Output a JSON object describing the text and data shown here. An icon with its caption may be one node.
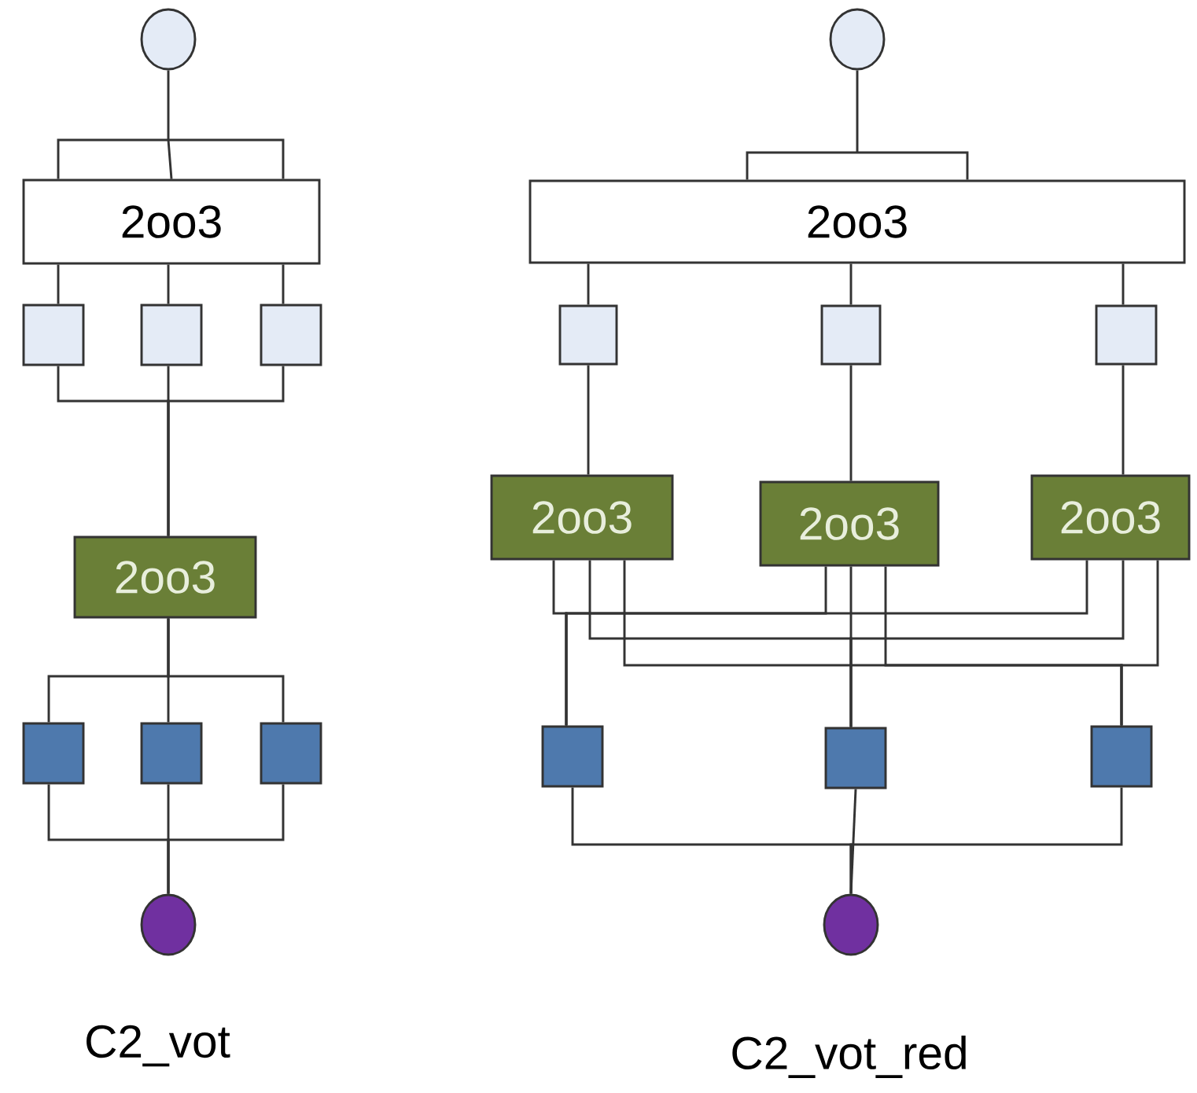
{
  "diagram": {
    "nodes": [
      {
        "text": [],
        "shape": "circle"
      },
      {
        "text": [
          "2oo3"
        ]
      },
      {
        "text": [],
        "shape": "box"
      },
      {
        "text": [],
        "shape": "box"
      },
      {
        "text": [],
        "shape": "box"
      },
      {
        "text": [
          "2oo3"
        ]
      },
      {
        "text": [],
        "shape": "box"
      },
      {
        "text": [],
        "shape": "box"
      },
      {
        "text": [],
        "shape": "box"
      },
      {
        "text": [],
        "shape": "circle"
      },
      {
        "text": [],
        "shape": "circle"
      },
      {
        "text": [
          "2oo3"
        ]
      },
      {
        "text": [],
        "shape": "box"
      },
      {
        "text": [],
        "shape": "box"
      },
      {
        "text": [],
        "shape": "box"
      },
      {
        "text": [
          "2oo3"
        ]
      },
      {
        "text": [
          "2oo3"
        ]
      },
      {
        "text": [
          "2oo3"
        ]
      },
      {
        "text": [],
        "shape": "box"
      },
      {
        "text": [],
        "shape": "box"
      },
      {
        "text": [],
        "shape": "box"
      },
      {
        "text": [],
        "shape": "circle"
      }
    ],
    "edges": [
      {
        "from": 0,
        "to": 1,
        "arrow": "none"
      },
      {
        "from": 1,
        "to": 2,
        "arrow": "none"
      },
      {
        "from": 1,
        "to": 3,
        "arrow": "none"
      },
      {
        "from": 1,
        "to": 4,
        "arrow": "none"
      },
      {
        "from": 2,
        "to": 5,
        "arrow": "none"
      },
      {
        "from": 3,
        "to": 5,
        "arrow": "none"
      },
      {
        "from": 4,
        "to": 5,
        "arrow": "none"
      },
      {
        "from": 5,
        "to": 6,
        "arrow": "none"
      },
      {
        "from": 5,
        "to": 7,
        "arrow": "none"
      },
      {
        "from": 5,
        "to": 8,
        "arrow": "none"
      },
      {
        "from": 6,
        "to": 9,
        "arrow": "none"
      },
      {
        "from": 7,
        "to": 9,
        "arrow": "none"
      },
      {
        "from": 8,
        "to": 9,
        "arrow": "none"
      },
      {
        "from": 10,
        "to": 11,
        "arrow": "none"
      },
      {
        "from": 11,
        "to": 12,
        "arrow": "none"
      },
      {
        "from": 11,
        "to": 13,
        "arrow": "none"
      },
      {
        "from": 11,
        "to": 14,
        "arrow": "none"
      },
      {
        "from": 12,
        "to": 15,
        "arrow": "none"
      },
      {
        "from": 13,
        "to": 16,
        "arrow": "none"
      },
      {
        "from": 14,
        "to": 17,
        "arrow": "none"
      },
      {
        "from": 15,
        "to": 18,
        "arrow": "none"
      },
      {
        "from": 16,
        "to": 18,
        "arrow": "none"
      },
      {
        "from": 17,
        "to": 18,
        "arrow": "none"
      },
      {
        "from": 15,
        "to": 19,
        "arrow": "none"
      },
      {
        "from": 16,
        "to": 19,
        "arrow": "none"
      },
      {
        "from": 17,
        "to": 19,
        "arrow": "none"
      },
      {
        "from": 15,
        "to": 20,
        "arrow": "none"
      },
      {
        "from": 16,
        "to": 20,
        "arrow": "none"
      },
      {
        "from": 17,
        "to": 20,
        "arrow": "none"
      },
      {
        "from": 18,
        "to": 21,
        "arrow": "none"
      },
      {
        "from": 19,
        "to": 21,
        "arrow": "none"
      },
      {
        "from": 20,
        "to": 21,
        "arrow": "none"
      }
    ],
    "labels": [
      "C2_vot",
      "C2_vot_red"
    ]
  }
}
